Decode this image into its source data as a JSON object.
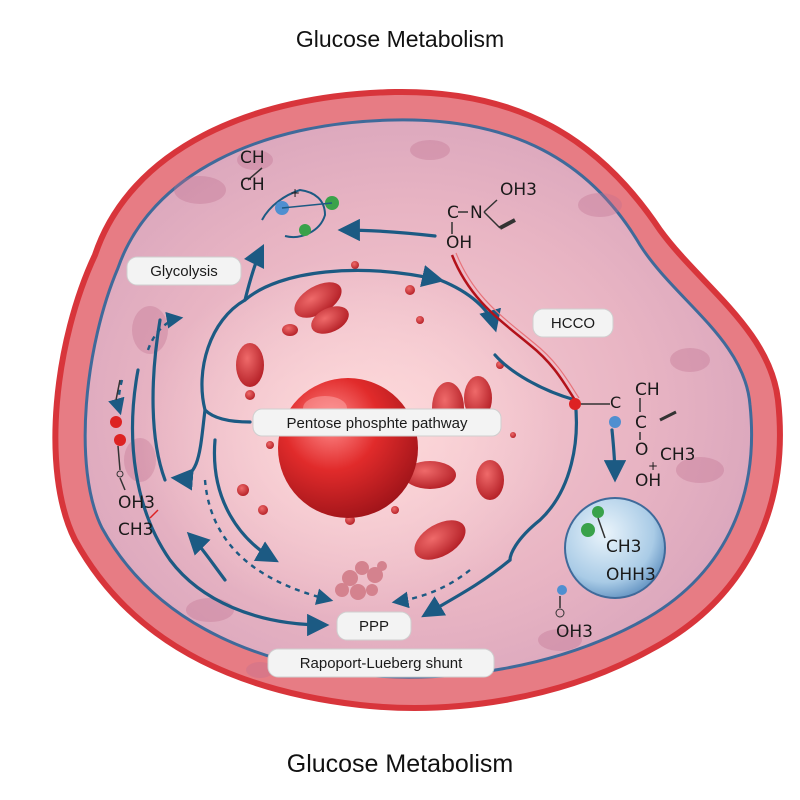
{
  "title_top": "Glucose Metabolism",
  "title_bottom": "Glucose Metabolism",
  "labels": {
    "glycolysis": "Glycolysis",
    "pentose_pathway": "Pentose phosphte pathway",
    "hcco": "HCCO",
    "ppp": "PPP",
    "shunt": "Rapoport-Lueberg shunt"
  },
  "chemistry": {
    "top_left": [
      "CH",
      "CH",
      "+"
    ],
    "top_right": [
      "OH3",
      "C",
      "N",
      "OH"
    ],
    "right_mid": [
      "CH",
      "C",
      "C",
      "O",
      "CH3",
      "+",
      "OH"
    ],
    "left_mid": [
      "OH3",
      "CH3"
    ],
    "vesicle": [
      "CH3",
      "OHH3"
    ],
    "bottom_right": [
      "OH3"
    ]
  },
  "colors": {
    "cell_outer": "#d8353b",
    "cell_fill": "#e9b6c4",
    "membrane_line": "#3f6a9a",
    "arrow": "#1c5a83",
    "nucleus": "#d92a2a",
    "organelle": "#cf2d33",
    "vesicle": "#a9cbe6",
    "pill": "#f3f3f3"
  },
  "icons": {
    "nucleus": "red-sphere",
    "vesicle": "blue-sphere",
    "molecules": "ball-and-stick"
  }
}
